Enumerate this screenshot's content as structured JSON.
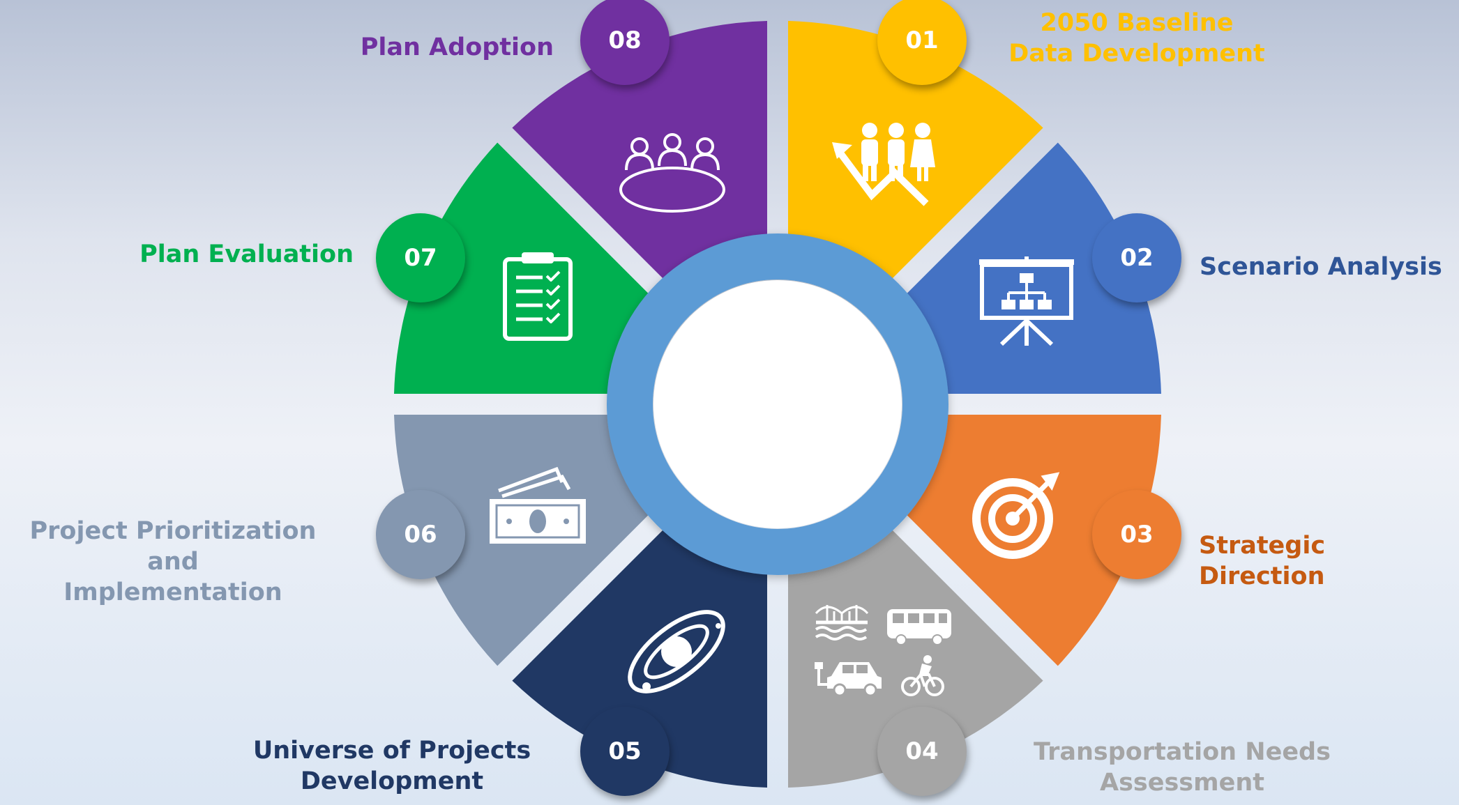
{
  "colors": {
    "adoption": "#7030a0",
    "baseline": "#ffc000",
    "scenario": "#4472c4",
    "strategic": "#ed7d31",
    "needs": "#a5a5a5",
    "universe": "#203864",
    "prioritization": "#8497b0",
    "evaluation": "#00b050",
    "ring": "#5b9bd5",
    "label_baseline": "#ffc000",
    "label_scenario": "#2f5597",
    "label_strategic": "#c55a11",
    "label_needs": "#a5a5a5",
    "label_universe": "#203864",
    "label_prioritization": "#8497b0",
    "label_evaluation": "#00b050",
    "label_adoption": "#7030a0"
  },
  "steps": [
    {
      "number": "01",
      "label": "2050 Baseline\nData Development",
      "icon": "people-growth-arrow-icon"
    },
    {
      "number": "02",
      "label": "Scenario Analysis",
      "icon": "presentation-board-icon"
    },
    {
      "number": "03",
      "label": "Strategic Direction",
      "icon": "target-arrow-icon"
    },
    {
      "number": "04",
      "label": "Transportation Needs\nAssessment",
      "icon": "transportation-modes-icon"
    },
    {
      "number": "05",
      "label": "Universe of Projects\nDevelopment",
      "icon": "planet-orbit-icon"
    },
    {
      "number": "06",
      "label": "Project Prioritization and\nImplementation",
      "icon": "money-bills-icon"
    },
    {
      "number": "07",
      "label": "Plan Evaluation",
      "icon": "checklist-clipboard-icon"
    },
    {
      "number": "08",
      "label": "Plan Adoption",
      "icon": "meeting-table-icon"
    }
  ]
}
